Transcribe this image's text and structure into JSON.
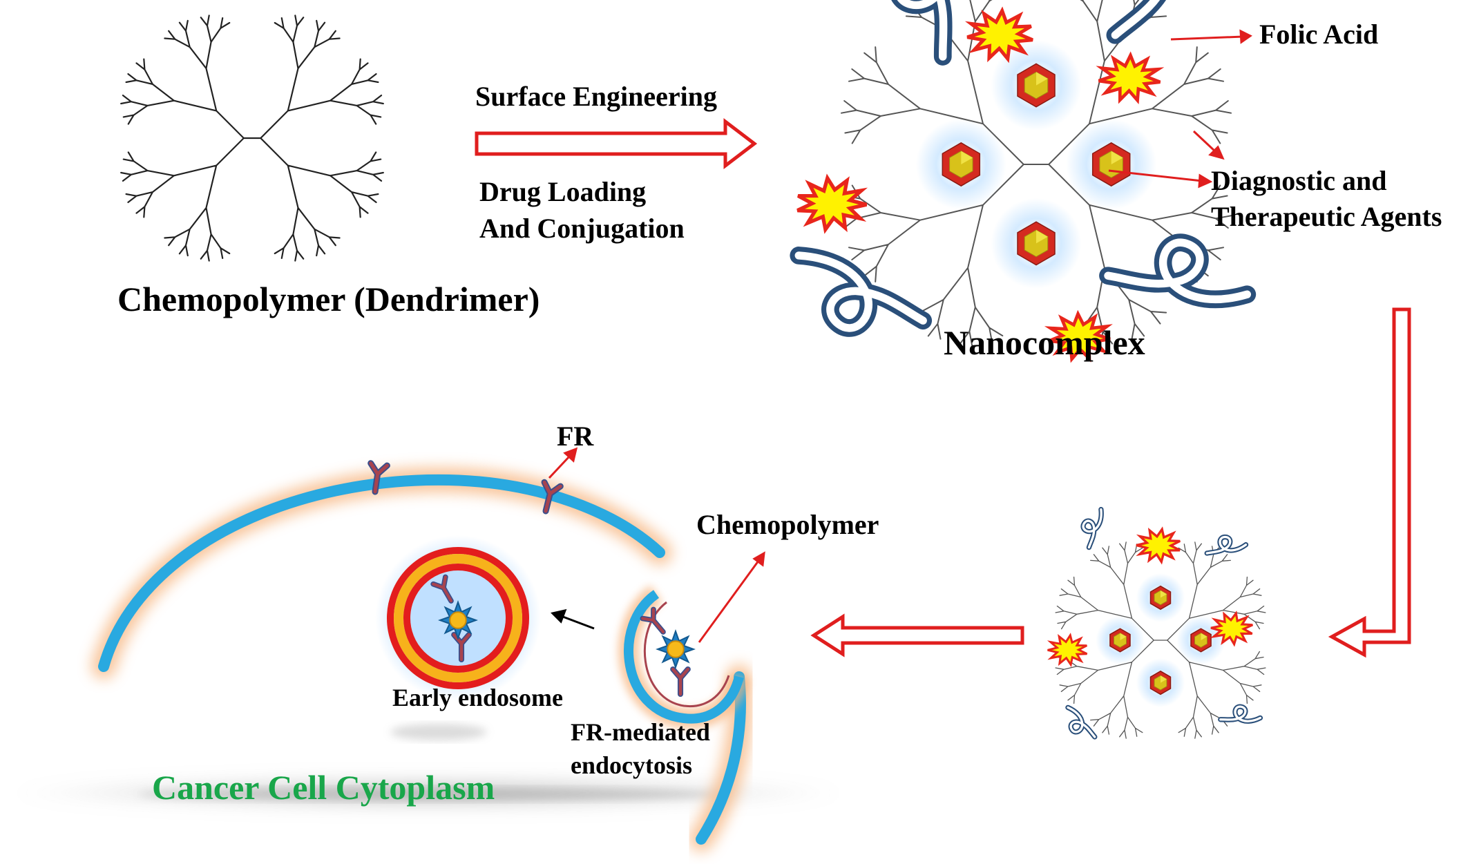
{
  "labels": {
    "dendrimer": "Chemopolymer (Dendrimer)",
    "surface_engineering": "Surface Engineering",
    "drug_loading_line1": "Drug Loading",
    "drug_loading_line2": "And Conjugation",
    "folic_acid": "Folic Acid",
    "agents_line1": "Diagnostic and",
    "agents_line2": "Therapeutic Agents",
    "nanocomplex": "Nanocomplex",
    "fr": "FR",
    "chemopolymer": "Chemopolymer",
    "early_endosome": "Early endosome",
    "fr_mediated_line1": "FR-mediated",
    "fr_mediated_line2": "endocytosis",
    "cytoplasm": "Cancer Cell Cytoplasm"
  },
  "colors": {
    "arrow_outline": "#e01e1e",
    "membrane": "#29a9e0",
    "membrane_glow": "#f6b27a",
    "cytoplasm_text": "#19a64a",
    "burst_fill": "#fff200",
    "burst_stroke": "#e8261c",
    "folate": "#3c6fa6",
    "receptor": "#a8434e",
    "drug_core": "#d8c21a",
    "drug_ring": "#d42a20"
  },
  "icons": [
    "dendrimer-icon",
    "nanocomplex-icon",
    "burst-icon",
    "folic-acid-icon",
    "drug-icon",
    "receptor-icon",
    "endosome-icon",
    "flow-arrow-icon"
  ]
}
